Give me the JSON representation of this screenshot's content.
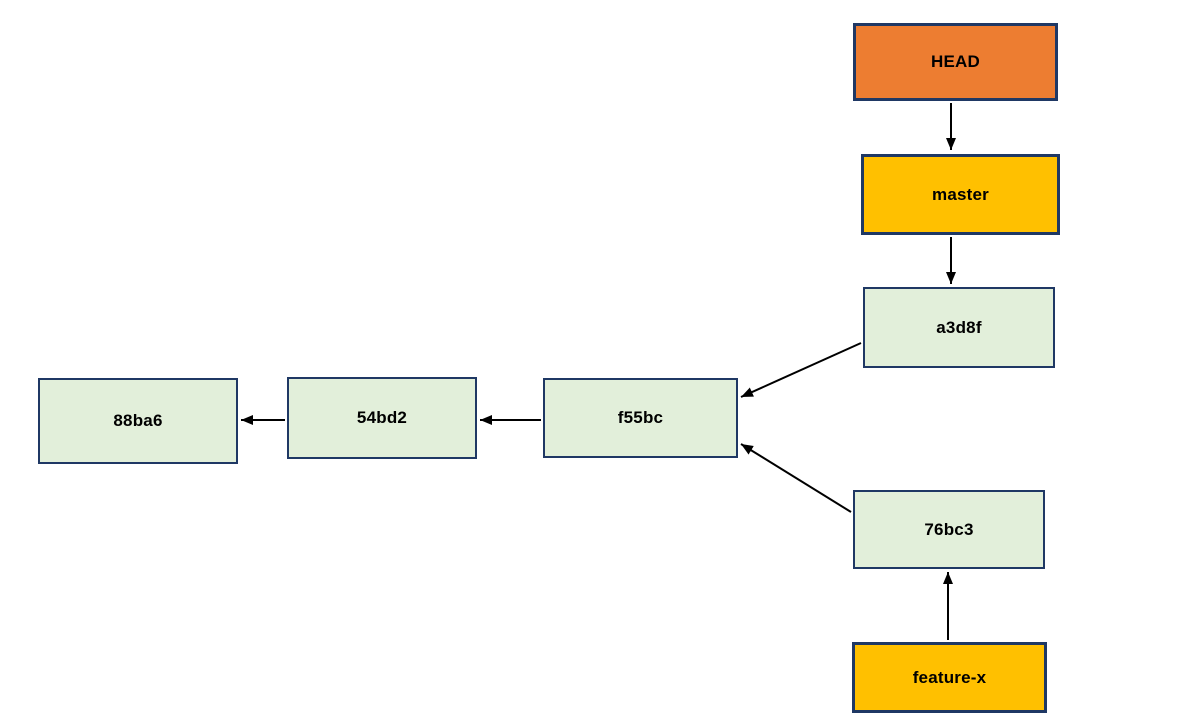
{
  "diagram": {
    "title": "git-commit-graph",
    "background": "#ffffff",
    "colors": {
      "head_fill": "#ED7D31",
      "branch_fill": "#FFC000",
      "commit_fill": "#E2EFDA",
      "box_border": "#1F3864",
      "arrow": "#000000",
      "text": "#000000"
    },
    "nodes": [
      {
        "id": "head",
        "label": "HEAD",
        "type": "pointer"
      },
      {
        "id": "master",
        "label": "master",
        "type": "branch"
      },
      {
        "id": "a3d8f",
        "label": "a3d8f",
        "type": "commit"
      },
      {
        "id": "f55bc",
        "label": "f55bc",
        "type": "commit"
      },
      {
        "id": "54bd2",
        "label": "54bd2",
        "type": "commit"
      },
      {
        "id": "88ba6",
        "label": "88ba6",
        "type": "commit"
      },
      {
        "id": "76bc3",
        "label": "76bc3",
        "type": "commit"
      },
      {
        "id": "feature-x",
        "label": "feature-x",
        "type": "branch"
      }
    ],
    "edges": [
      {
        "from": "HEAD",
        "to": "master"
      },
      {
        "from": "master",
        "to": "a3d8f"
      },
      {
        "from": "a3d8f",
        "to": "f55bc"
      },
      {
        "from": "f55bc",
        "to": "54bd2"
      },
      {
        "from": "54bd2",
        "to": "88ba6"
      },
      {
        "from": "76bc3",
        "to": "f55bc"
      },
      {
        "from": "feature-x",
        "to": "76bc3"
      }
    ]
  }
}
